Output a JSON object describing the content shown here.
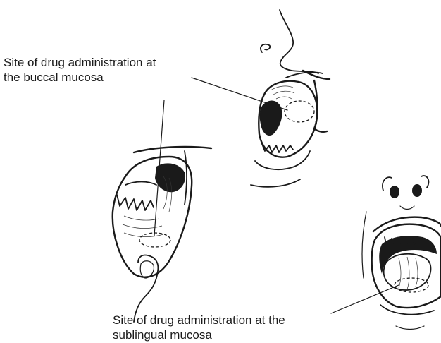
{
  "labels": {
    "buccal": {
      "line1": "Site of drug administration at",
      "line2": "the buccal mucosa"
    },
    "sublingual": {
      "line1": "Site of drug administration at the",
      "line2": "sublingual mucosa"
    }
  }
}
